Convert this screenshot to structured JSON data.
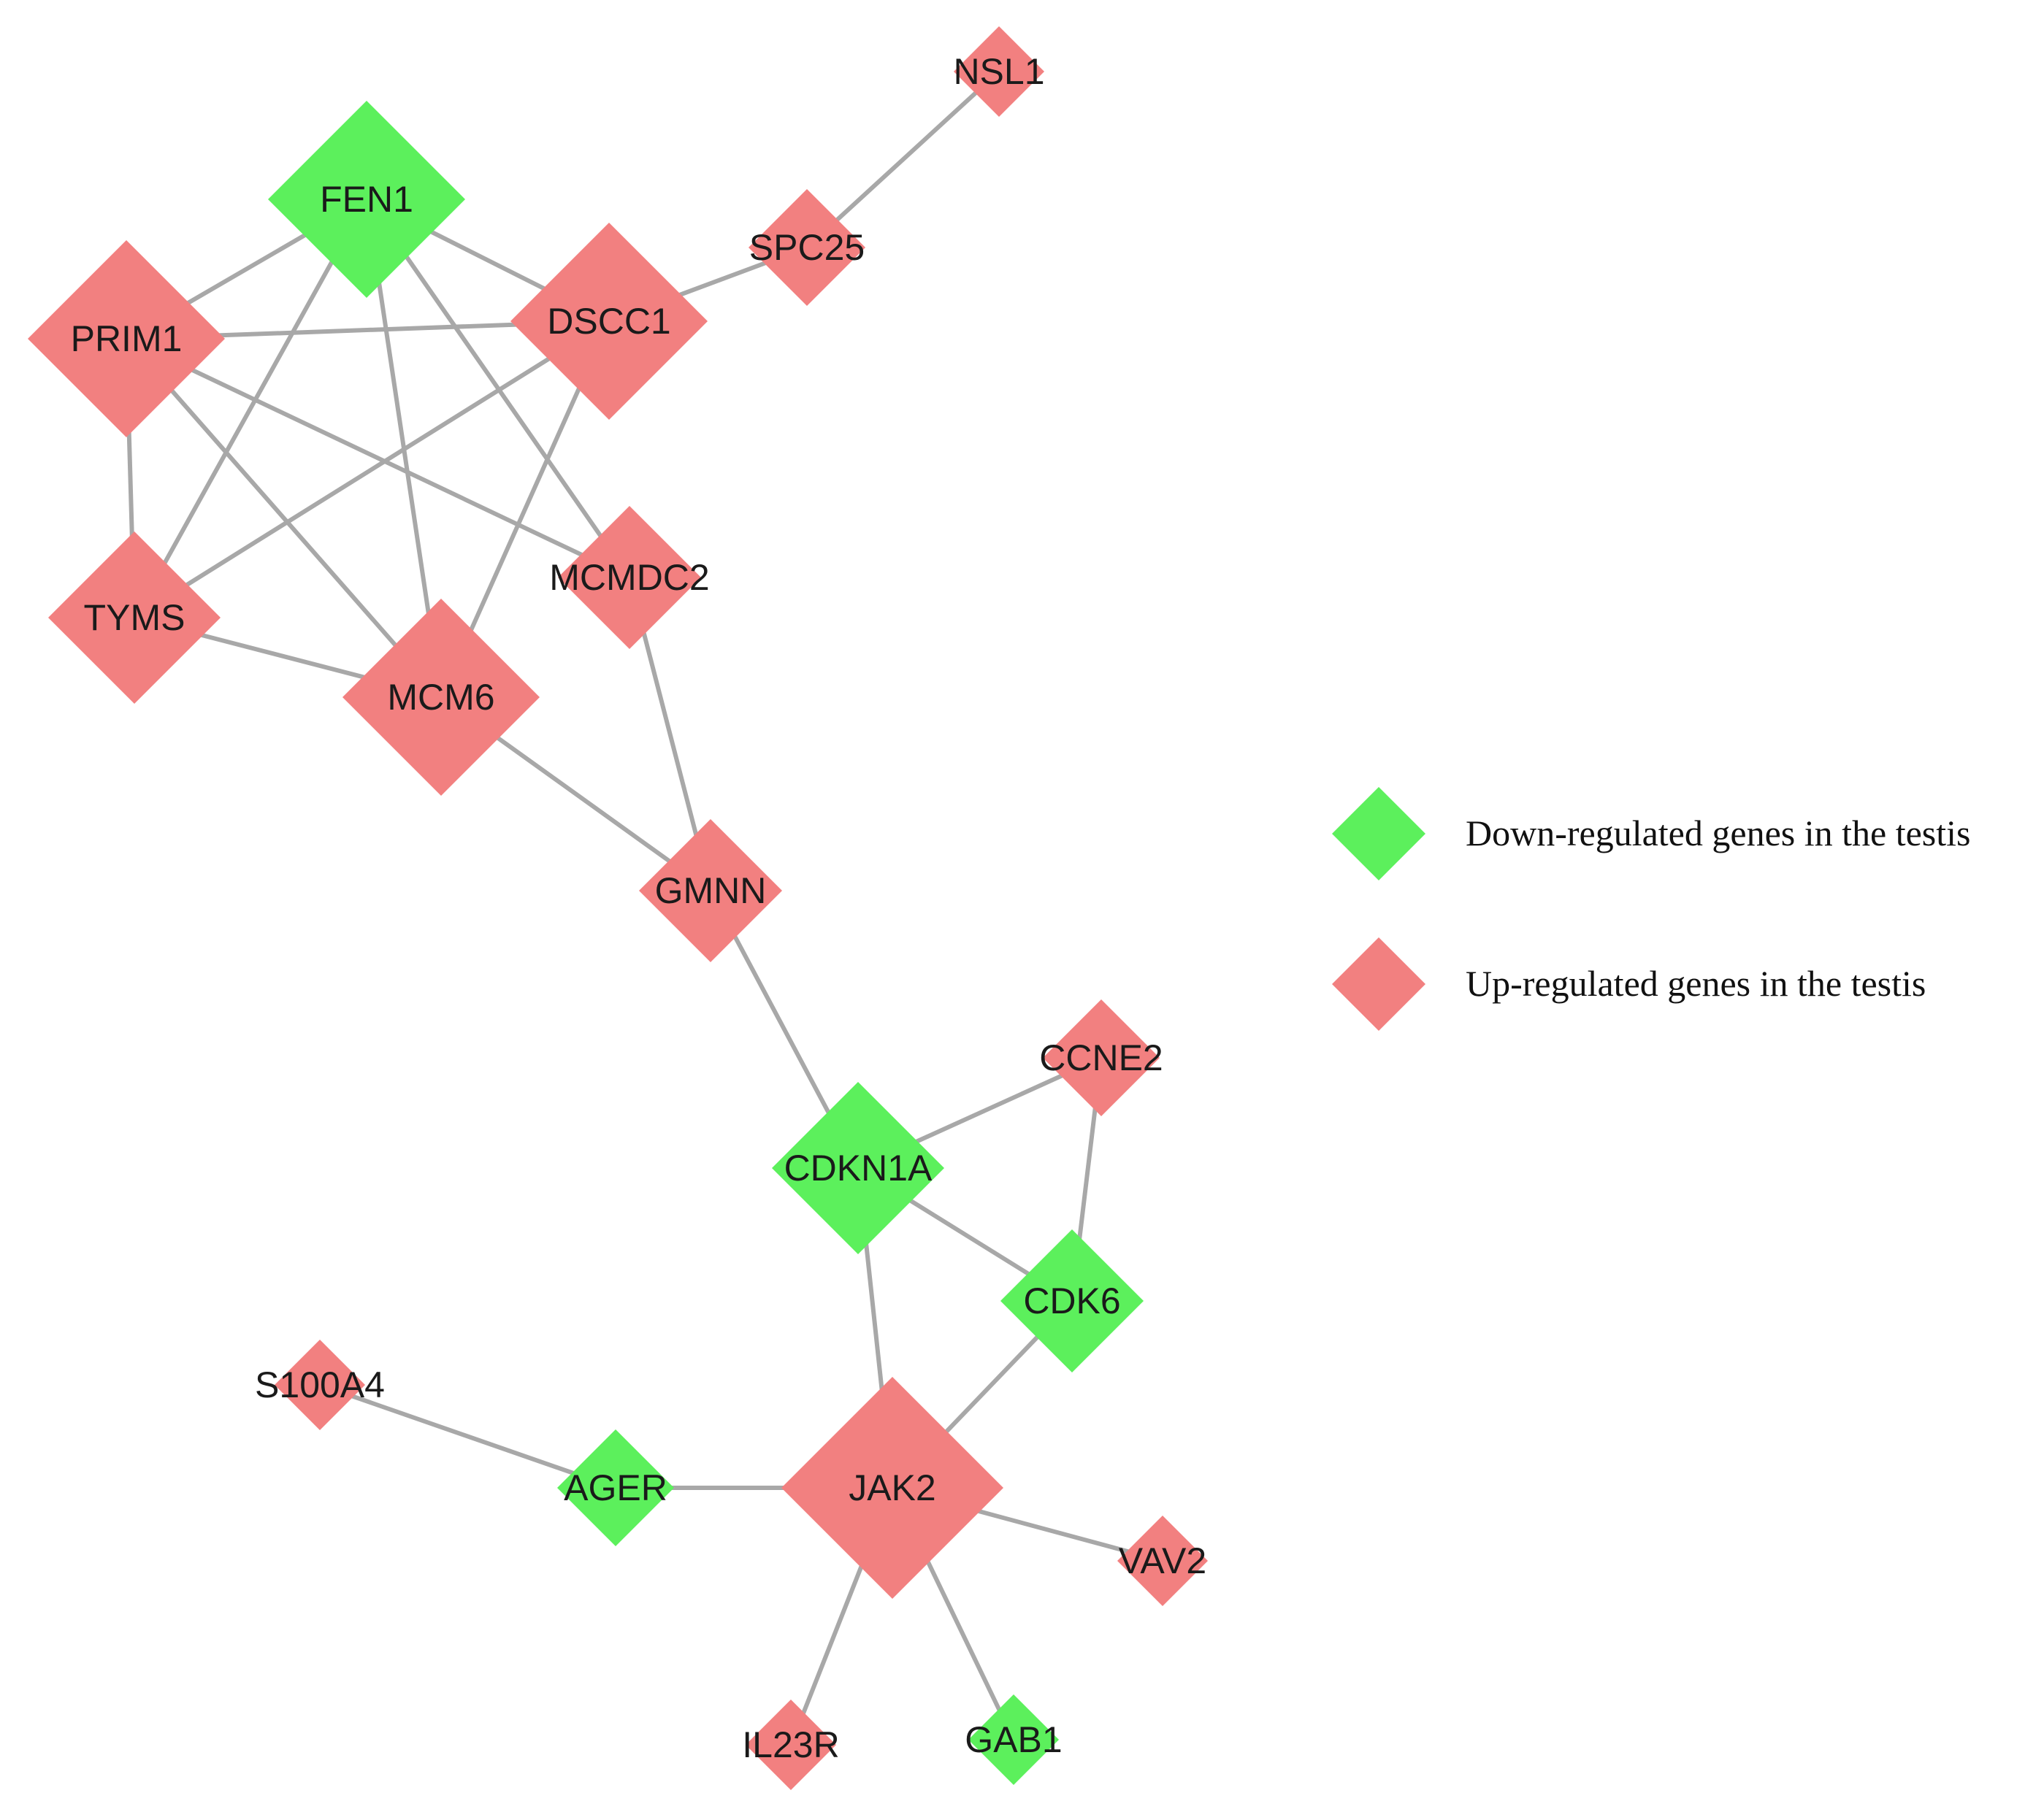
{
  "colors": {
    "down": "#5cf05c",
    "up": "#f28080",
    "edge": "#a8a8a8"
  },
  "legend": [
    {
      "group": "down",
      "label": "Down-regulated genes in the testis"
    },
    {
      "group": "up",
      "label": "Up-regulated genes in the testis"
    }
  ],
  "nodes": [
    {
      "id": "NSL1",
      "label": "NSL1",
      "group": "up"
    },
    {
      "id": "FEN1",
      "label": "FEN1",
      "group": "down"
    },
    {
      "id": "SPC25",
      "label": "SPC25",
      "group": "up"
    },
    {
      "id": "PRIM1",
      "label": "PRIM1",
      "group": "up"
    },
    {
      "id": "DSCC1",
      "label": "DSCC1",
      "group": "up"
    },
    {
      "id": "MCMDC2",
      "label": "MCMDC2",
      "group": "up"
    },
    {
      "id": "TYMS",
      "label": "TYMS",
      "group": "up"
    },
    {
      "id": "MCM6",
      "label": "MCM6",
      "group": "up"
    },
    {
      "id": "GMNN",
      "label": "GMNN",
      "group": "up"
    },
    {
      "id": "CCNE2",
      "label": "CCNE2",
      "group": "up"
    },
    {
      "id": "CDKN1A",
      "label": "CDKN1A",
      "group": "down"
    },
    {
      "id": "CDK6",
      "label": "CDK6",
      "group": "down"
    },
    {
      "id": "S100A4",
      "label": "S100A4",
      "group": "up"
    },
    {
      "id": "AGER",
      "label": "AGER",
      "group": "down"
    },
    {
      "id": "JAK2",
      "label": "JAK2",
      "group": "up"
    },
    {
      "id": "VAV2",
      "label": "VAV2",
      "group": "up"
    },
    {
      "id": "IL23R",
      "label": "IL23R",
      "group": "up"
    },
    {
      "id": "GAB1",
      "label": "GAB1",
      "group": "down"
    }
  ],
  "edges": [
    [
      "NSL1",
      "SPC25"
    ],
    [
      "SPC25",
      "DSCC1"
    ],
    [
      "FEN1",
      "PRIM1"
    ],
    [
      "FEN1",
      "DSCC1"
    ],
    [
      "FEN1",
      "TYMS"
    ],
    [
      "FEN1",
      "MCM6"
    ],
    [
      "FEN1",
      "MCMDC2"
    ],
    [
      "PRIM1",
      "DSCC1"
    ],
    [
      "PRIM1",
      "TYMS"
    ],
    [
      "PRIM1",
      "MCM6"
    ],
    [
      "PRIM1",
      "MCMDC2"
    ],
    [
      "DSCC1",
      "TYMS"
    ],
    [
      "DSCC1",
      "MCM6"
    ],
    [
      "TYMS",
      "MCM6"
    ],
    [
      "MCM6",
      "GMNN"
    ],
    [
      "MCMDC2",
      "GMNN"
    ],
    [
      "GMNN",
      "CDKN1A"
    ],
    [
      "CDKN1A",
      "CCNE2"
    ],
    [
      "CDKN1A",
      "CDK6"
    ],
    [
      "CCNE2",
      "CDK6"
    ],
    [
      "CDKN1A",
      "JAK2"
    ],
    [
      "CDK6",
      "JAK2"
    ],
    [
      "S100A4",
      "AGER"
    ],
    [
      "AGER",
      "JAK2"
    ],
    [
      "JAK2",
      "VAV2"
    ],
    [
      "JAK2",
      "IL23R"
    ],
    [
      "JAK2",
      "GAB1"
    ]
  ]
}
